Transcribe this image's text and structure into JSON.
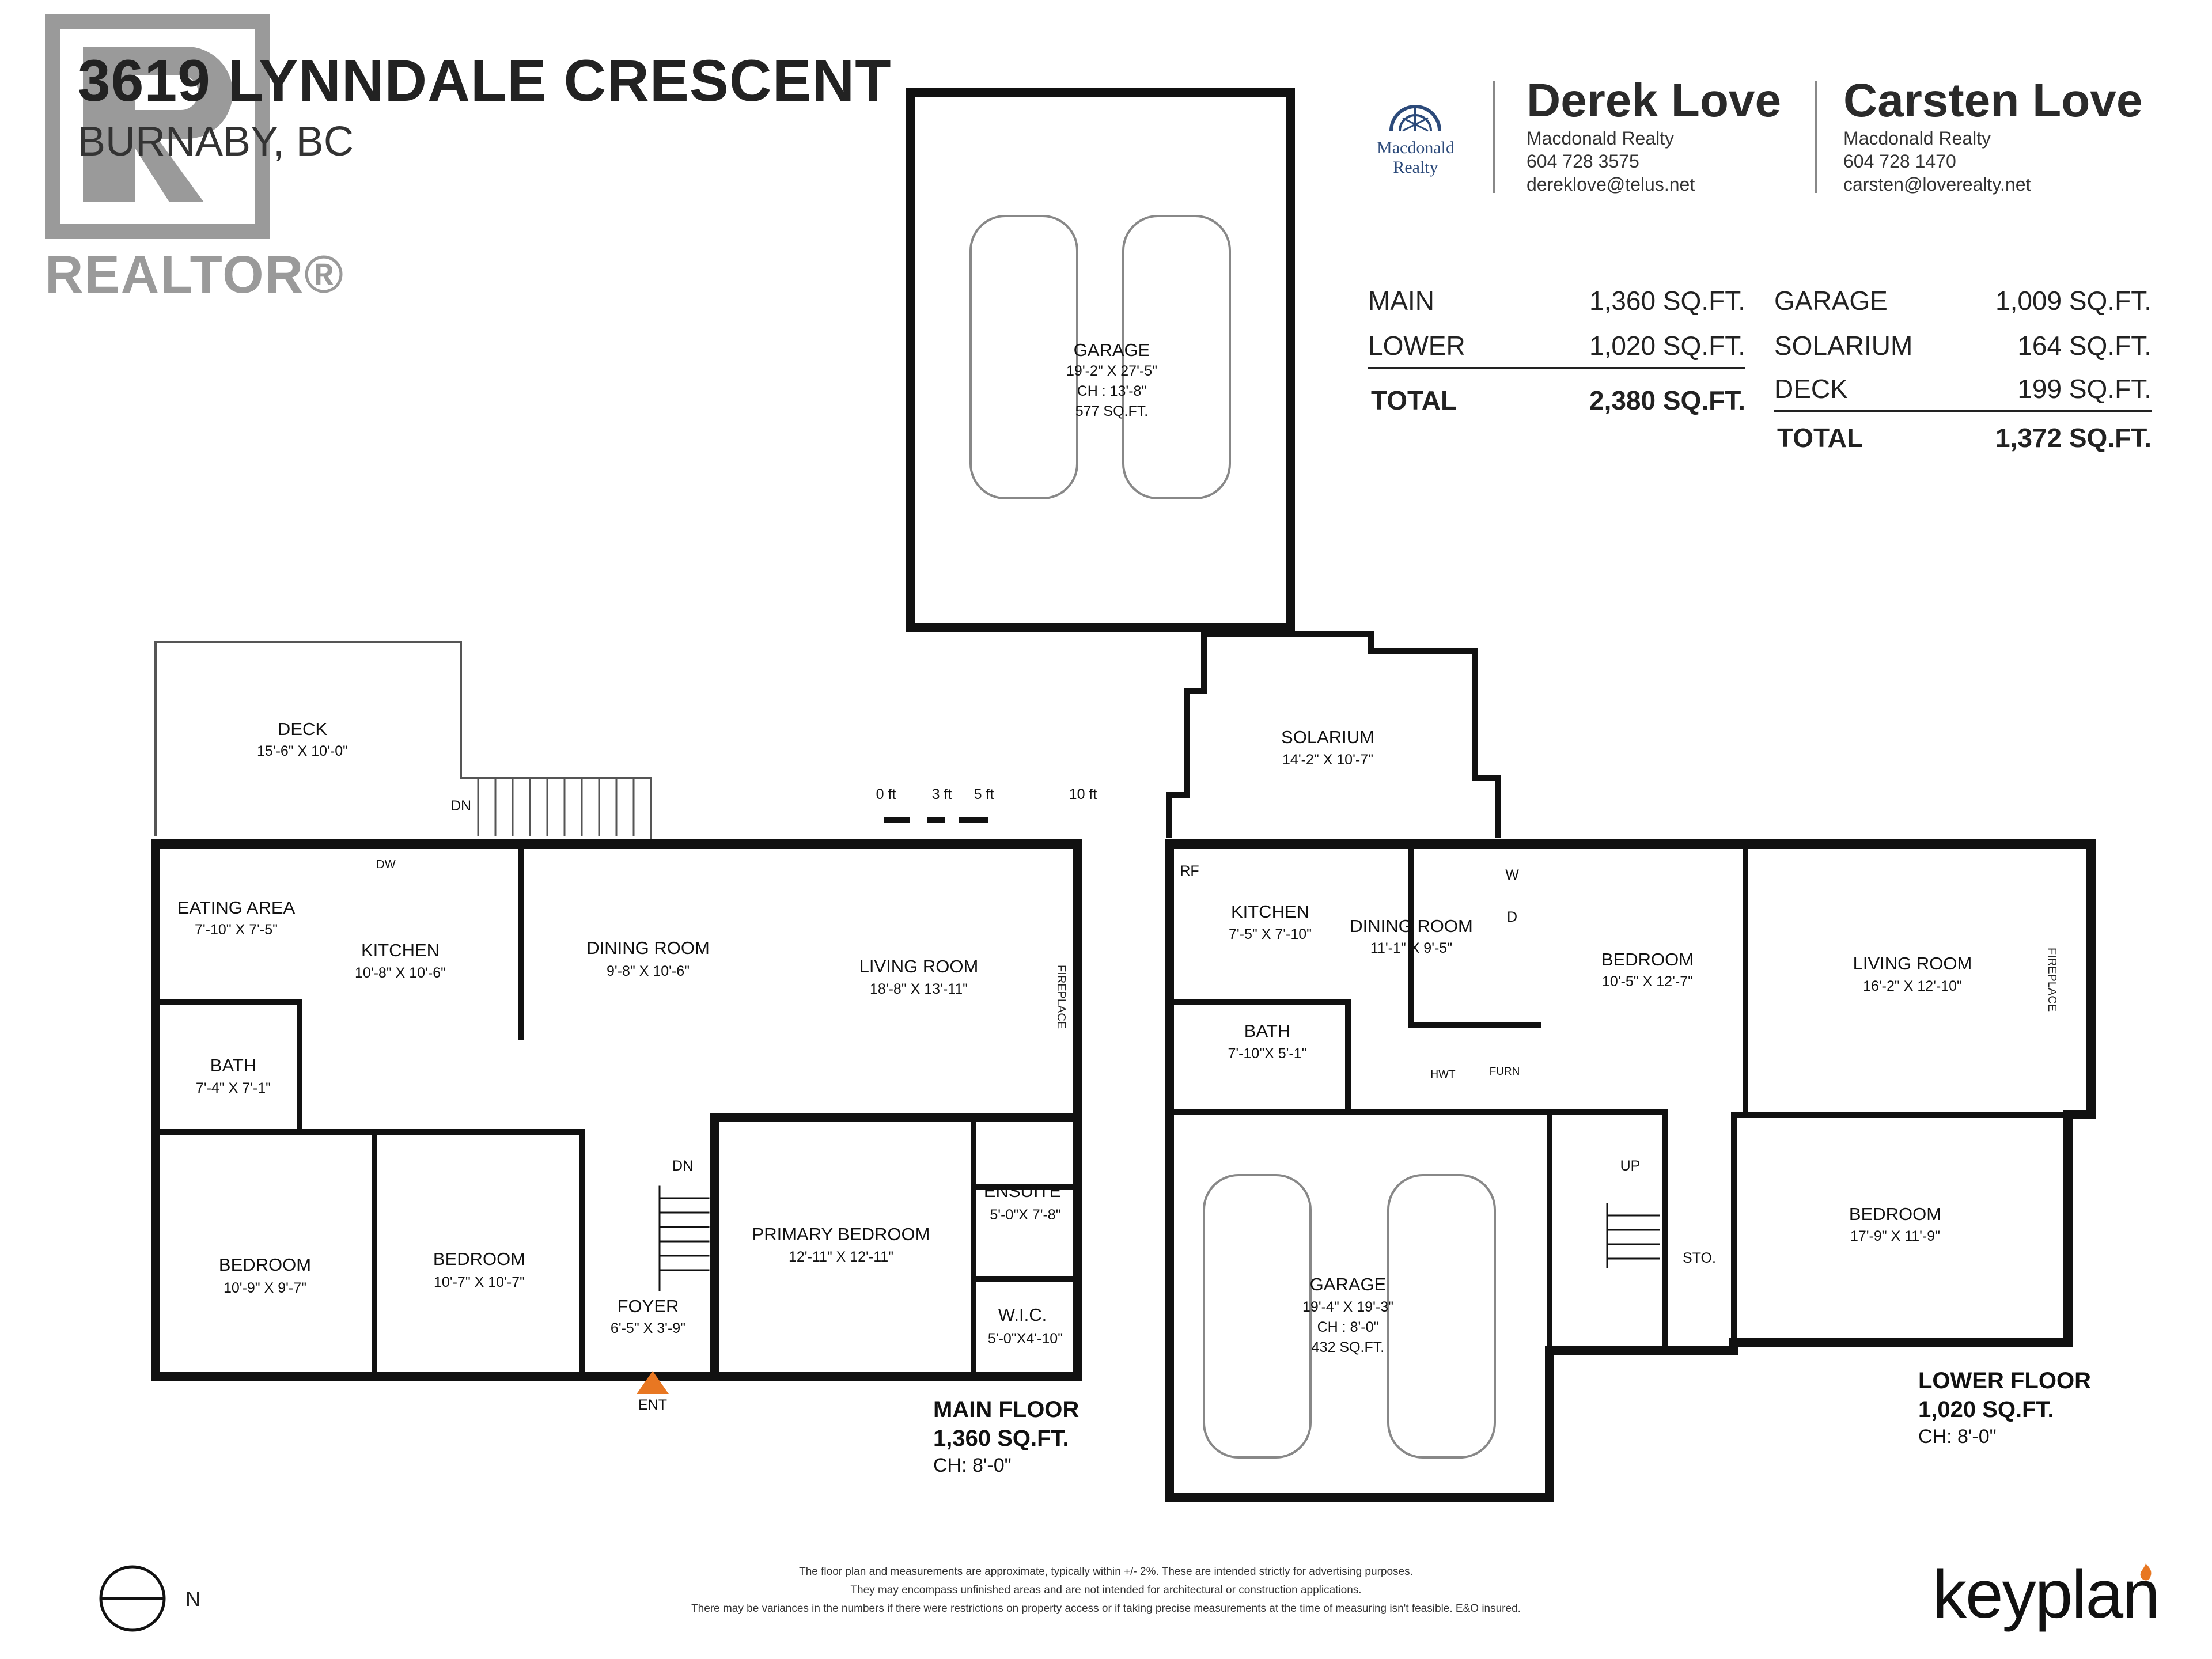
{
  "header": {
    "title": "3619 LYNNDALE CRESCENT",
    "subtitle": "BURNABY, BC",
    "watermark_text": "REALTOR®"
  },
  "brokerage_logo_text": [
    "Macdonald",
    "Realty"
  ],
  "agents": [
    {
      "name": "Derek Love",
      "company": "Macdonald Realty",
      "phone": "604 728 3575",
      "email": "dereklove@telus.net"
    },
    {
      "name": "Carsten Love",
      "company": "Macdonald Realty",
      "phone": "604 728 1470",
      "email": "carsten@loverealty.net"
    }
  ],
  "areas_left": [
    {
      "label": "MAIN",
      "value": "1,360 SQ.FT."
    },
    {
      "label": "LOWER",
      "value": "1,020 SQ.FT."
    },
    {
      "label": "TOTAL",
      "value": "2,380 SQ.FT."
    }
  ],
  "areas_right": [
    {
      "label": "GARAGE",
      "value": "1,009 SQ.FT."
    },
    {
      "label": "SOLARIUM",
      "value": "164 SQ.FT."
    },
    {
      "label": "DECK",
      "value": "199 SQ.FT."
    },
    {
      "label": "TOTAL",
      "value": "1,372 SQ.FT."
    }
  ],
  "scale": {
    "labels": [
      "0 ft",
      "3 ft",
      "5 ft",
      "10 ft"
    ]
  },
  "rooms": {
    "garage_top": {
      "name": "GARAGE",
      "dim": "19'-2\" X 27'-5\"",
      "ch": "CH : 13'-8\"",
      "area": "577 SQ.FT."
    },
    "solarium": {
      "name": "SOLARIUM",
      "dim": "14'-2\" X 10'-7\""
    },
    "deck": {
      "name": "DECK",
      "dim": "15'-6\" X 10'-0\""
    },
    "eating": {
      "name": "EATING AREA",
      "dim": "7'-10\" X 7'-5\""
    },
    "kitchen_main": {
      "name": "KITCHEN",
      "dim": "10'-8\" X 10'-6\""
    },
    "dining_main": {
      "name": "DINING ROOM",
      "dim": "9'-8\" X 10'-6\""
    },
    "living_main": {
      "name": "LIVING ROOM",
      "dim": "18'-8\" X 13'-11\""
    },
    "bath_main": {
      "name": "BATH",
      "dim": "7'-4\" X 7'-1\""
    },
    "bedroom1": {
      "name": "BEDROOM",
      "dim": "10'-9\" X 9'-7\""
    },
    "bedroom2": {
      "name": "BEDROOM",
      "dim": "10'-7\" X 10'-7\""
    },
    "foyer": {
      "name": "FOYER",
      "dim": "6'-5\" X 3'-9\""
    },
    "primary": {
      "name": "PRIMARY BEDROOM",
      "dim": "12'-11\" X 12'-11\""
    },
    "ensuite": {
      "name": "ENSUITE",
      "dim": "5'-0\"X 7'-8\""
    },
    "wic": {
      "name": "W.I.C.",
      "dim": "5'-0\"X4'-10\""
    },
    "kitchen_lower": {
      "name": "KITCHEN",
      "dim": "7'-5\" X 7'-10\""
    },
    "dining_lower": {
      "name": "DINING ROOM",
      "dim": "11'-1\" X 9'-5\""
    },
    "bedroom_lower1": {
      "name": "BEDROOM",
      "dim": "10'-5\" X 12'-7\""
    },
    "living_lower": {
      "name": "LIVING ROOM",
      "dim": "16'-2\" X 12'-10\""
    },
    "bath_lower": {
      "name": "BATH",
      "dim": "7'-10\"X 5'-1\""
    },
    "garage_lower": {
      "name": "GARAGE",
      "dim": "19'-4\" X 19'-3\"",
      "ch": "CH : 8'-0\"",
      "area": "432 SQ.FT."
    },
    "bedroom_lower2": {
      "name": "BEDROOM",
      "dim": "17'-9\" X 11'-9\""
    }
  },
  "small_labels": {
    "dn1": "DN",
    "dn2": "DN",
    "up": "UP",
    "sto": "STO.",
    "ent": "ENT",
    "fireplace1": "FIREPLACE",
    "fireplace2": "FIREPLACE",
    "rf": "RF",
    "dw": "DW",
    "w": "W",
    "d": "D",
    "hwt": "HWT",
    "furn": "FURN"
  },
  "floors": {
    "main": {
      "name": "MAIN FLOOR",
      "area": "1,360 SQ.FT.",
      "ch": "CH: 8'-0\""
    },
    "lower": {
      "name": "LOWER FLOOR",
      "area": "1,020 SQ.FT.",
      "ch": "CH: 8'-0\""
    }
  },
  "north_label": "N",
  "disclaimer": [
    "The floor plan and measurements are approximate, typically within +/- 2%. These are intended strictly for advertising purposes.",
    "They may encompass unfinished areas and are not intended for architectural or construction applications.",
    "There may be variances in the numbers if there were restrictions on property access or if taking precise measurements at the time of measuring isn't feasible. E&O insured."
  ],
  "keyplan_logo": "keyplan",
  "colors": {
    "accent": "#e87722",
    "wall": "#111111",
    "watermark": "#9a9a9a"
  }
}
